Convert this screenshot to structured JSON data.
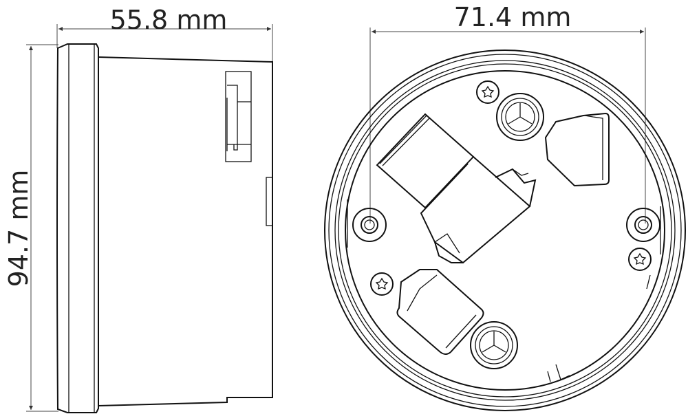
{
  "dimensions": {
    "side_depth": "55.8 mm",
    "side_height": "94.7 mm",
    "base_diameter": "71.4 mm"
  },
  "colors": {
    "line": "#111111",
    "background": "#ffffff"
  }
}
